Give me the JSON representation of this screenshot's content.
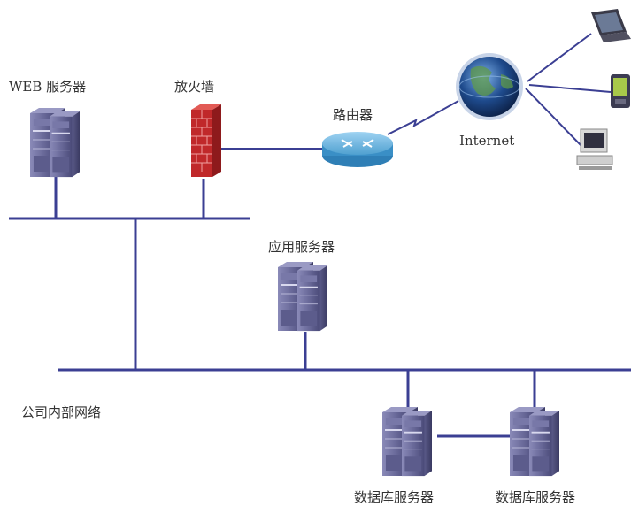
{
  "labels": {
    "web_server": "WEB 服务器",
    "firewall": "放火墙",
    "router": "路由器",
    "internet": "Internet",
    "app_server": "应用服务器",
    "internal_network": "公司内部网络",
    "db_server_1": "数据库服务器",
    "db_server_2": "数据库服务器"
  },
  "colors": {
    "network_line": "#3b3f93",
    "server_body": "#6c6c9c",
    "firewall_brick": "#c0282a",
    "router": "#4fa0d0",
    "globe": "#1e4a8c",
    "label_text": "#333333"
  },
  "icons": {
    "web_server": "server-tower-icon",
    "firewall": "brick-firewall-icon",
    "router": "router-disc-icon",
    "internet": "globe-icon",
    "laptop": "laptop-icon",
    "pda": "pda-icon",
    "desktop": "desktop-computer-icon"
  }
}
